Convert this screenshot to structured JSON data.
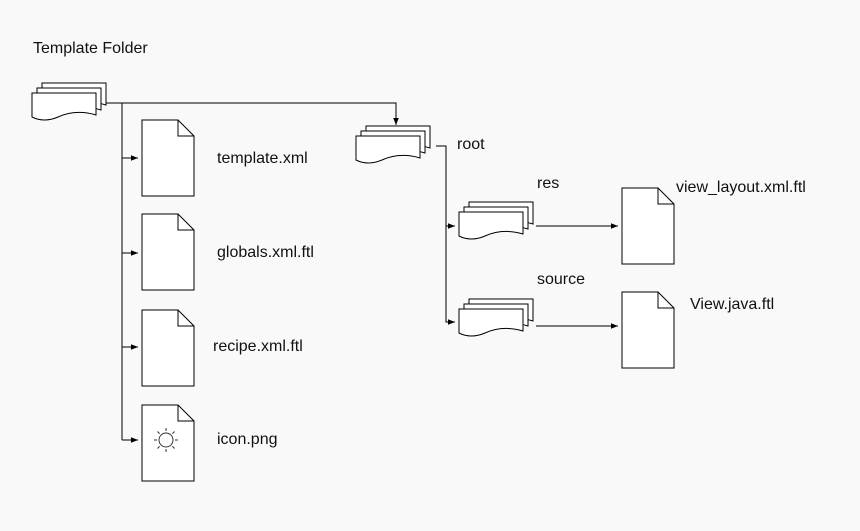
{
  "diagram": {
    "title": "Template Folder",
    "root_folder": {
      "icon": "stacked-folder-icon",
      "files": [
        {
          "name": "template.xml",
          "icon": "file-icon"
        },
        {
          "name": "globals.xml.ftl",
          "icon": "file-icon"
        },
        {
          "name": "recipe.xml.ftl",
          "icon": "file-icon"
        },
        {
          "name": "icon.png",
          "icon": "image-file-icon"
        }
      ]
    },
    "root": {
      "label": "root",
      "icon": "stacked-folder-icon",
      "children": [
        {
          "label": "res",
          "icon": "stacked-folder-icon",
          "file": "view_layout.xml.ftl"
        },
        {
          "label": "source",
          "icon": "stacked-folder-icon",
          "file": "View.java.ftl"
        }
      ]
    }
  },
  "colors": {
    "background": "#f9f9f9",
    "stroke": "#000000",
    "fill": "#ffffff",
    "text": "#111111"
  }
}
